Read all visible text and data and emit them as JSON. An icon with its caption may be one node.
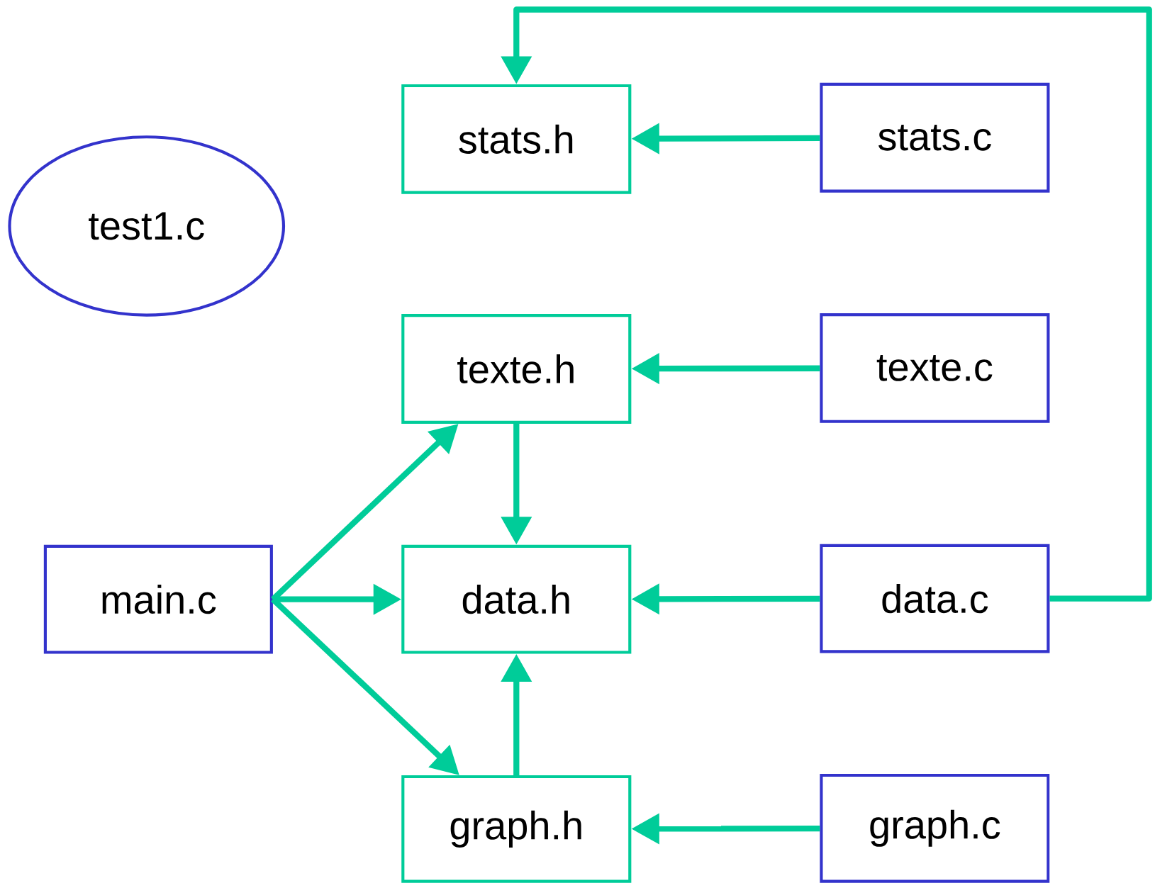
{
  "diagram": {
    "nodes": [
      {
        "text": [
          "stats.h"
        ]
      },
      {
        "text": [
          "stats.c"
        ]
      },
      {
        "text": [
          "test1.c"
        ]
      },
      {
        "text": [
          "texte.h"
        ]
      },
      {
        "text": [
          "texte.c"
        ]
      },
      {
        "text": [
          "main.c"
        ]
      },
      {
        "text": [
          "data.h"
        ]
      },
      {
        "text": [
          "data.c"
        ]
      },
      {
        "text": [
          "graph.h"
        ]
      },
      {
        "text": [
          "graph.c"
        ]
      }
    ],
    "edges": [
      {
        "from": 1,
        "to": 0,
        "arrow": "to"
      },
      {
        "from": 4,
        "to": 3,
        "arrow": "to"
      },
      {
        "from": 3,
        "to": 6,
        "arrow": "to"
      },
      {
        "from": 5,
        "to": 3,
        "arrow": "to"
      },
      {
        "from": 5,
        "to": 6,
        "arrow": "to"
      },
      {
        "from": 5,
        "to": 8,
        "arrow": "to"
      },
      {
        "from": 7,
        "to": 6,
        "arrow": "to"
      },
      {
        "from": 8,
        "to": 6,
        "arrow": "to"
      },
      {
        "from": 9,
        "to": 8,
        "arrow": "to"
      },
      {
        "from": 7,
        "to": 0,
        "arrow": "to"
      }
    ]
  }
}
